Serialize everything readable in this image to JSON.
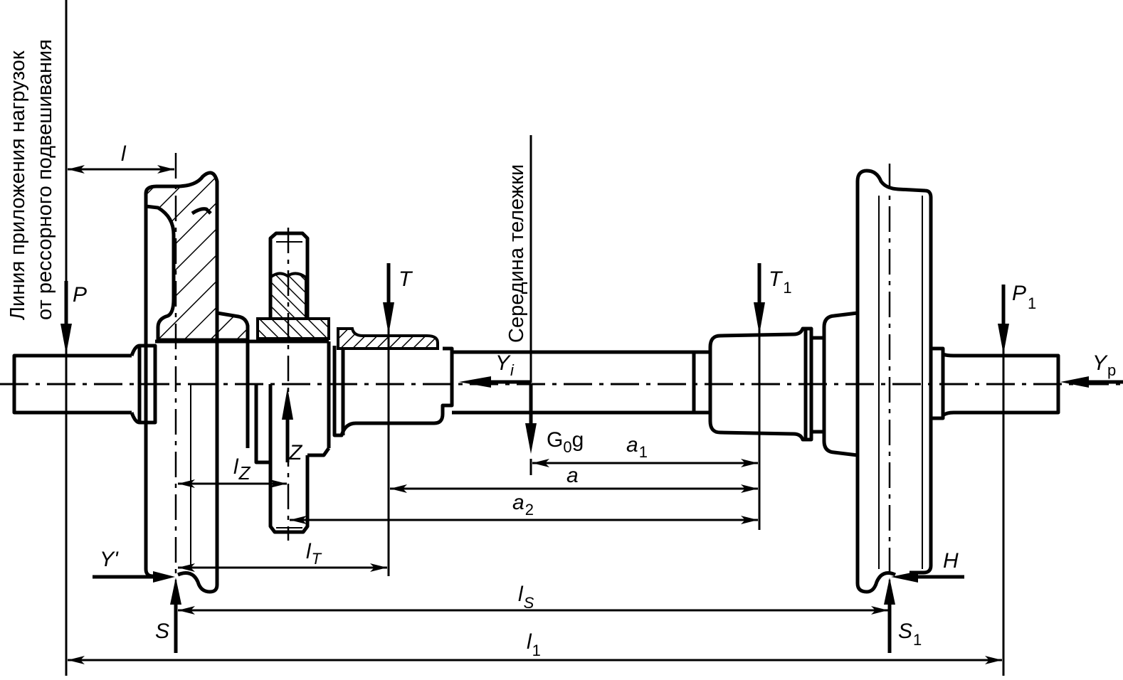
{
  "figure": {
    "title": "Wheelset axle load scheme",
    "annotations": {
      "suspension_line_label_1": "Линия приложения нагрузок",
      "suspension_line_label_2": "от рессорного подвешивания",
      "bogie_center_label": "Середина тележки"
    },
    "forces": {
      "P": {
        "main": "P",
        "sub": ""
      },
      "P1": {
        "main": "P",
        "sub": "1"
      },
      "T": {
        "main": "T",
        "sub": ""
      },
      "T1": {
        "main": "T",
        "sub": "1"
      },
      "Yi": {
        "main": "Y",
        "sub": "i"
      },
      "Yp": {
        "main": "Y",
        "sub": "p"
      },
      "G0g": {
        "main": "G",
        "sub": "0",
        "tail": "g"
      },
      "Z": {
        "main": "Z",
        "sub": ""
      },
      "Yprime": {
        "main": "Y'",
        "sub": ""
      },
      "H": {
        "main": "H",
        "sub": ""
      },
      "S": {
        "main": "S",
        "sub": ""
      },
      "S1": {
        "main": "S",
        "sub": "1"
      }
    },
    "dimensions": {
      "l": {
        "main": "l",
        "sub": ""
      },
      "lZ": {
        "main": "l",
        "sub": "Z"
      },
      "lT": {
        "main": "l",
        "sub": "T"
      },
      "lS": {
        "main": "l",
        "sub": "S"
      },
      "l1": {
        "main": "l",
        "sub": "1"
      },
      "a": {
        "main": "a",
        "sub": ""
      },
      "a1": {
        "main": "a",
        "sub": "1"
      },
      "a2": {
        "main": "a",
        "sub": "2"
      }
    },
    "colors": {
      "ink": "#000000",
      "paper": "#ffffff"
    }
  }
}
